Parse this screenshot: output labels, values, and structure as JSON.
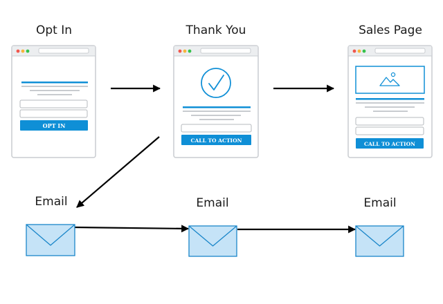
{
  "pages": [
    {
      "title": "Opt In",
      "button": "OPT IN"
    },
    {
      "title": "Thank You",
      "button": "CALL TO ACTION"
    },
    {
      "title": "Sales Page",
      "button": "CALL TO ACTION"
    }
  ],
  "emails": [
    {
      "label": "Email"
    },
    {
      "label": "Email"
    },
    {
      "label": "Email"
    }
  ],
  "colors": {
    "accent": "#0f8fd6",
    "window_border": "#c9ccd0",
    "titlebar": "#eceef0",
    "line_gray": "#c8cbcf",
    "dot_red": "#f1574d",
    "dot_yellow": "#f7b53c",
    "dot_green": "#35c24b",
    "envelope_fill": "#c5e3f7",
    "envelope_stroke": "#1a86c9",
    "arrow": "#000000"
  },
  "icons": [
    "checkmark-circle-icon",
    "image-placeholder-icon",
    "envelope-icon"
  ]
}
